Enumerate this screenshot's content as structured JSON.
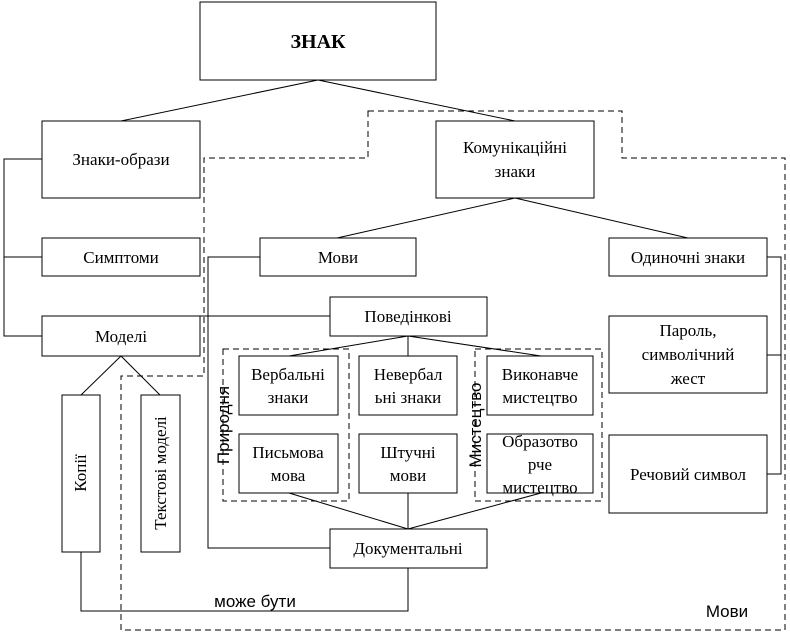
{
  "nodes": {
    "znak": "ЗНАК",
    "znaky_obrazy": "Знаки-образи",
    "komunikatsiini_1": "Комунікаційні",
    "komunikatsiini_2": "знаки",
    "symptomy": "Симптоми",
    "movy": "Мови",
    "odynochni": "Одиночні знаки",
    "modeli": "Моделі",
    "povedinkovi": "Поведінкові",
    "parol_1": "Пароль,",
    "parol_2": "символічний",
    "parol_3": "жест",
    "verbalni_1": "Вербальні",
    "verbalni_2": "знаки",
    "neverbalni_1": "Невербал",
    "neverbalni_2": "ьні знаки",
    "vykonavche_1": "Виконавче",
    "vykonavche_2": "мистецтво",
    "pysmova_1": "Письмова",
    "pysmova_2": "мова",
    "shtuchni_1": "Штучні",
    "shtuchni_2": "мови",
    "obrazotvorche_1": "Образотво",
    "obrazotvorche_2": "рче",
    "obrazotvorche_3": "мистецтво",
    "rechovyi": "Речовий символ",
    "kopii": "Копії",
    "tekstovi_modeli": "Текстові моделі",
    "dokumentalni": "Документальні"
  },
  "group_labels": {
    "pryrodnia": "Природня",
    "mystetstvo": "Мистецтво"
  },
  "annotations": {
    "mozhe_buty": "може бути",
    "movy_region": "Мови"
  }
}
